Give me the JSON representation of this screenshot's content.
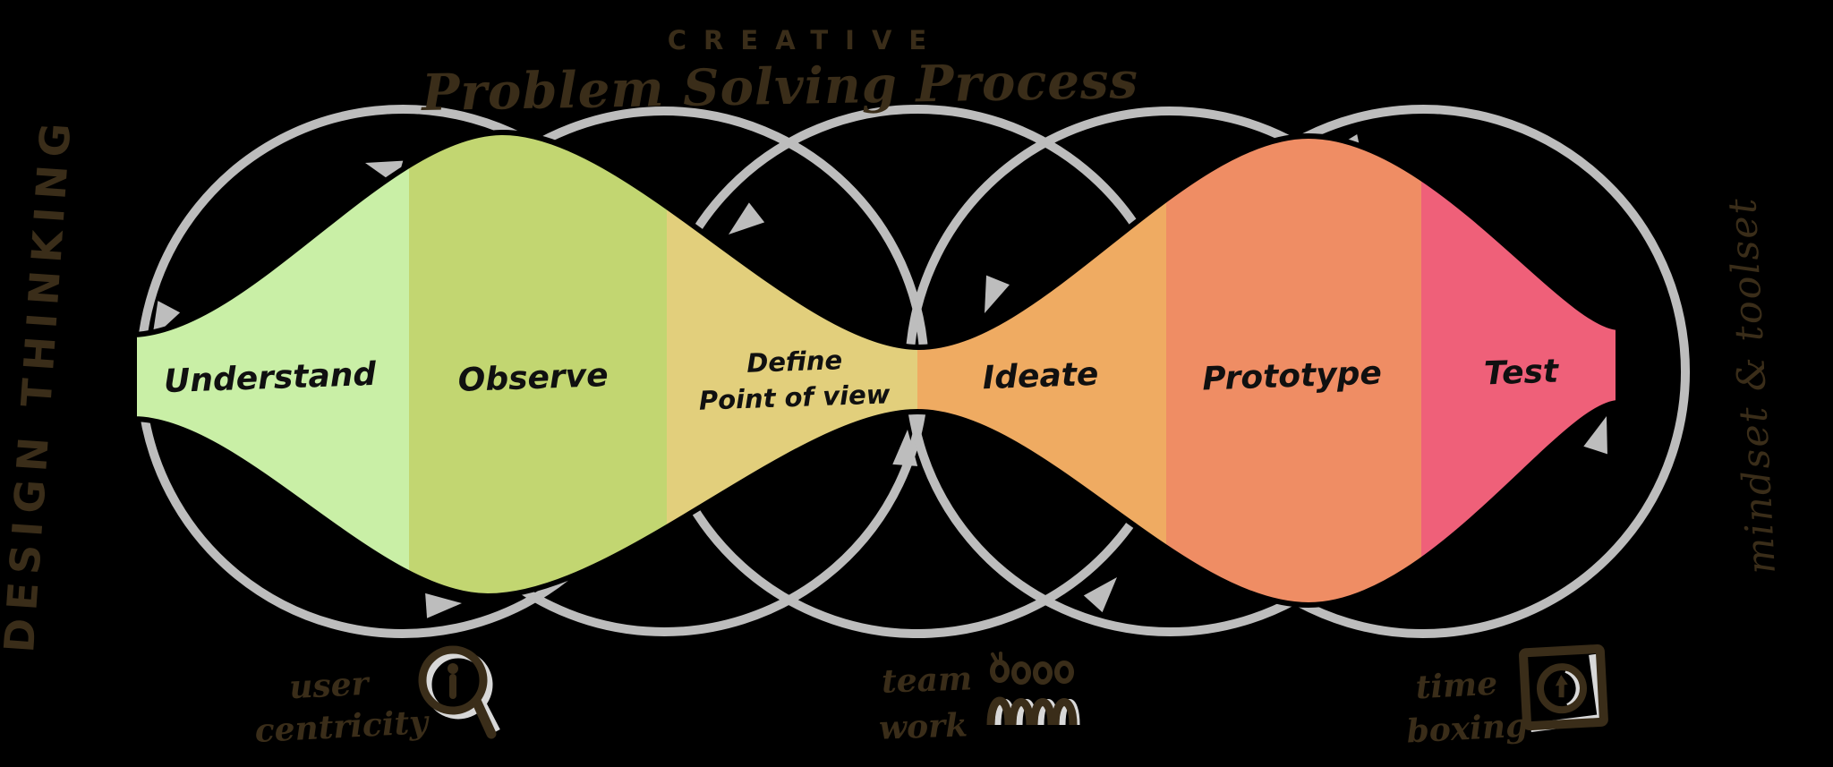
{
  "title": {
    "kicker": "CREATIVE",
    "main": "Problem Solving Process"
  },
  "side_labels": {
    "left": "DESIGN THINKING",
    "right": "mindset & toolset"
  },
  "stages": [
    {
      "label": "Understand",
      "color": "#c9efa6"
    },
    {
      "label": "Observe",
      "color": "#c2d671"
    },
    {
      "label": "Define",
      "label2": "Point of view",
      "color": "#e2cf7c"
    },
    {
      "label": "Ideate",
      "color": "#efab62"
    },
    {
      "label": "Prototype",
      "color": "#ef8d64"
    },
    {
      "label": "Test",
      "color": "#ef6079"
    }
  ],
  "principles": [
    {
      "line1": "user",
      "line2": "centricity",
      "icon": "magnifier-user-icon"
    },
    {
      "line1": "team",
      "line2": "work",
      "icon": "team-icon"
    },
    {
      "line1": "time",
      "line2": "boxing",
      "icon": "timebox-icon"
    }
  ],
  "colors": {
    "background": "#000000",
    "loop_arrow": "#bdbdbd",
    "highlight": "#d8d8d8",
    "ink": "#3a2d19",
    "label_ink": "#101010",
    "outline": "#000000"
  }
}
